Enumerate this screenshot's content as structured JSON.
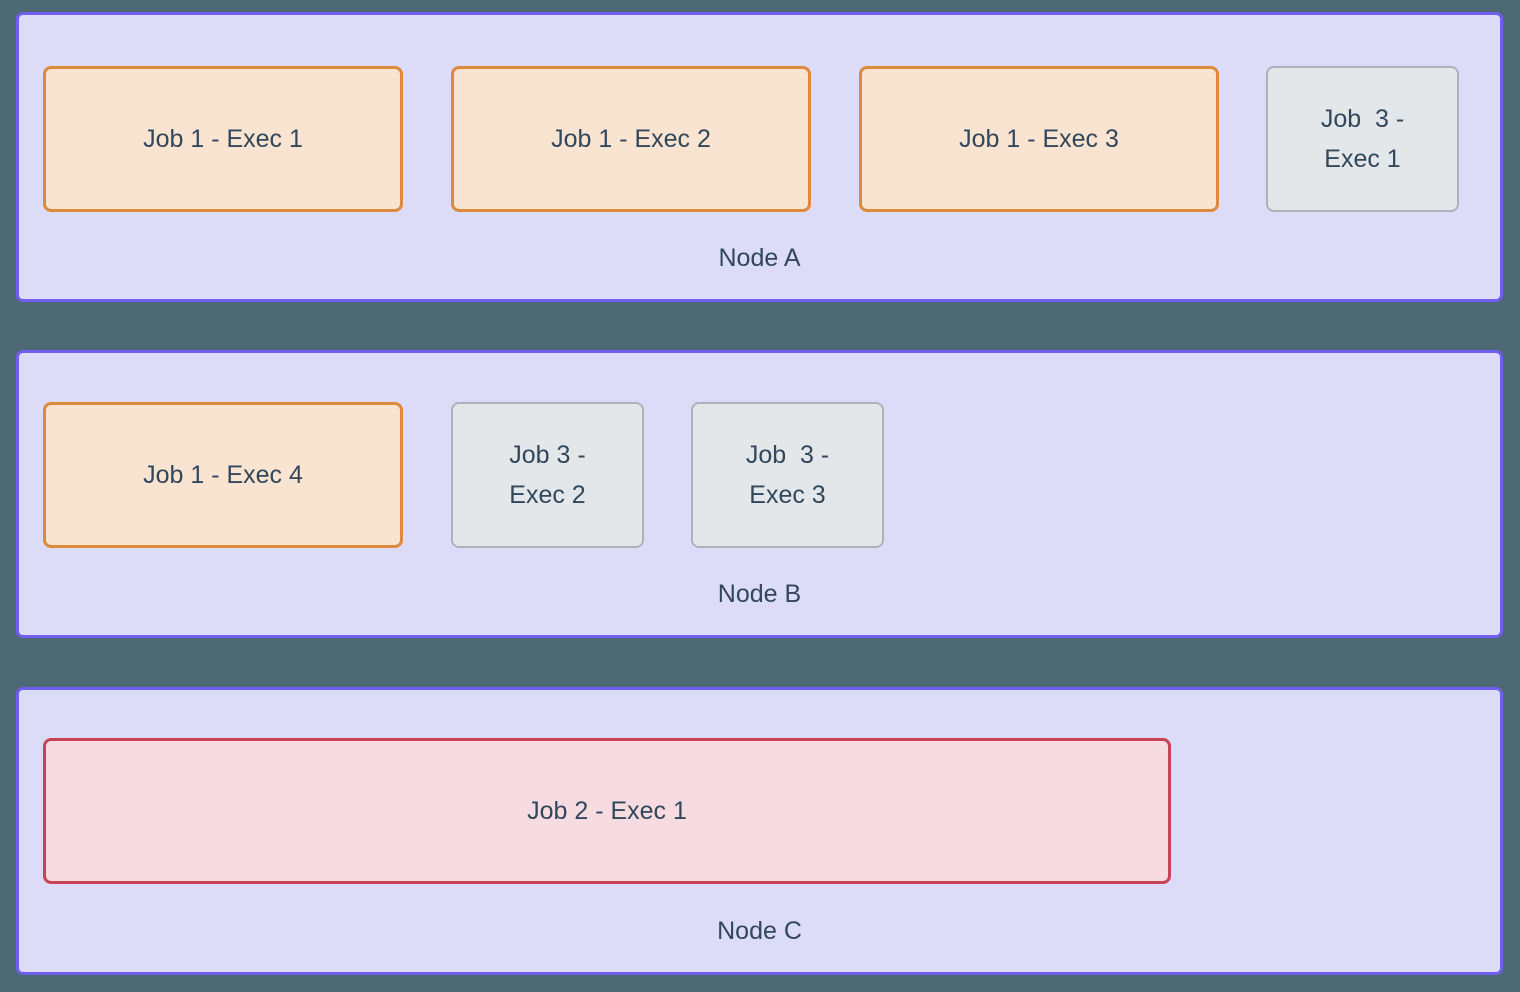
{
  "theme": {
    "background": "#4d6973",
    "text_color": "#33475c",
    "node_fill": "#dcdcf8",
    "node_border": "#6f5ef0",
    "job1_fill": "#f8e4d1",
    "job1_border": "#de8a3d",
    "job2_fill": "#f6dbe1",
    "job2_border": "#c94357",
    "job3_fill": "#e3e7e9",
    "job3_border": "#a9b3ba"
  },
  "nodes": [
    {
      "label": "Node A",
      "execs": [
        {
          "label": "Job 1 - Exec 1",
          "job": "job1"
        },
        {
          "label": "Job 1 - Exec 2",
          "job": "job1"
        },
        {
          "label": "Job 1 - Exec 3",
          "job": "job1"
        },
        {
          "label": "Job  3 -\nExec 1",
          "job": "job3"
        }
      ]
    },
    {
      "label": "Node B",
      "execs": [
        {
          "label": "Job 1 - Exec 4",
          "job": "job1"
        },
        {
          "label": "Job 3 -\nExec 2",
          "job": "job3"
        },
        {
          "label": "Job  3 -\nExec 3",
          "job": "job3"
        }
      ]
    },
    {
      "label": "Node C",
      "execs": [
        {
          "label": "Job 2 - Exec 1",
          "job": "job2"
        }
      ]
    }
  ]
}
